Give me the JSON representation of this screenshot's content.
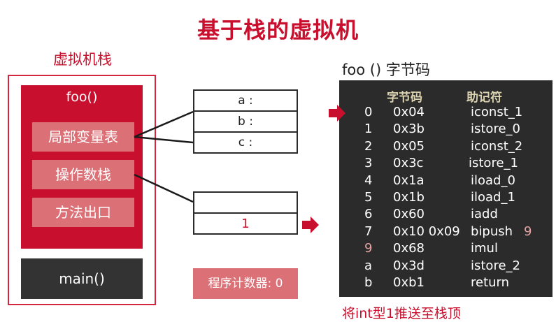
{
  "title": "基于栈的虚拟机",
  "vm_stack": {
    "label": "虚拟机栈",
    "foo_frame": {
      "label": "foo()",
      "local_vars_label": "局部变量表",
      "operand_stack_label": "操作数栈",
      "method_exit_label": "方法出口"
    },
    "main_frame_label": "main()"
  },
  "local_var_table": {
    "rows": [
      "a :",
      "b :",
      "c :"
    ]
  },
  "operand_stack": {
    "cells": [
      "",
      "1"
    ]
  },
  "program_counter": {
    "label": "程序计数器: 0"
  },
  "bytecode": {
    "header": "foo () 字节码",
    "col_bytecode": "字节码",
    "col_mnemonic": "助记符",
    "current_index": 0,
    "rows": [
      {
        "idx": "0",
        "code": "0x04",
        "op": "iconst_1",
        "arg": ""
      },
      {
        "idx": "1",
        "code": "0x3b",
        "op": "istore_0",
        "arg": ""
      },
      {
        "idx": "2",
        "code": "0x05",
        "op": "iconst_2",
        "arg": ""
      },
      {
        "idx": "3",
        "code": "0x3c",
        "op": "istore_1",
        "arg": ""
      },
      {
        "idx": "4",
        "code": "0x1a",
        "op": "iload_0",
        "arg": ""
      },
      {
        "idx": "5",
        "code": "0x1b",
        "op": "iload_1",
        "arg": ""
      },
      {
        "idx": "6",
        "code": "0x60",
        "op": "iadd",
        "arg": ""
      },
      {
        "idx": "7",
        "code": "0x10 0x09",
        "op": "bipush",
        "arg": "9"
      },
      {
        "idx": "9",
        "code": "0x68",
        "op": "imul",
        "arg": ""
      },
      {
        "idx": "a",
        "code": "0x3d",
        "op": "istore_2",
        "arg": ""
      },
      {
        "idx": "b",
        "code": "0xb1",
        "op": "return",
        "arg": ""
      }
    ]
  },
  "caption": "将int型1推送至栈顶",
  "colors": {
    "accent_red": "#c8102e",
    "pink_box": "#dc7077",
    "dark_panel": "#2b2b2b"
  }
}
